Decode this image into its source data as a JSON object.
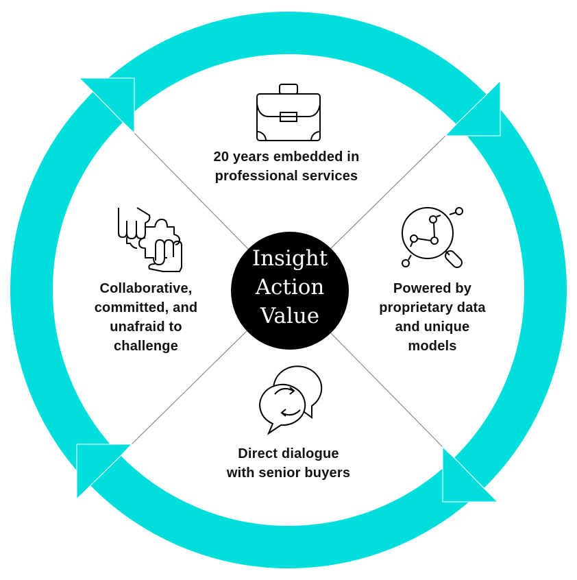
{
  "center": {
    "lines": [
      "Insight",
      "Action",
      "Value"
    ]
  },
  "segments": [
    {
      "icon": "briefcase-icon",
      "lines": [
        "20 years embedded in",
        "professional services"
      ]
    },
    {
      "icon": "data-magnifier-icon",
      "lines": [
        "Powered by",
        "proprietary data",
        "and unique",
        "models"
      ]
    },
    {
      "icon": "speech-bubbles-icon",
      "lines": [
        "Direct dialogue",
        "with senior buyers"
      ]
    },
    {
      "icon": "puzzle-hands-icon",
      "lines": [
        "Collaborative,",
        "committed, and",
        "unafraid to",
        "challenge"
      ]
    }
  ],
  "colors": {
    "ring": "#00DEDB",
    "center": "#000000",
    "divider": "#8a8a8a"
  }
}
